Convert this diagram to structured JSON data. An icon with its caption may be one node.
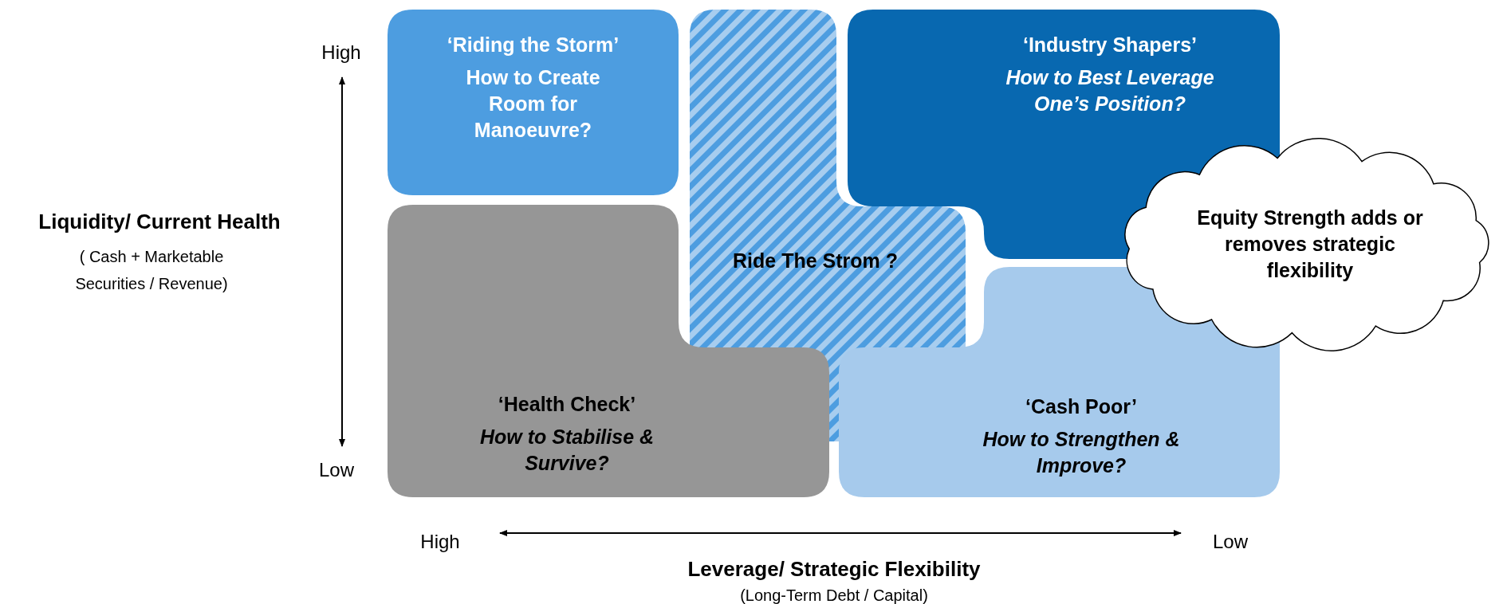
{
  "diagram": {
    "nodes": [
      {
        "text": [
          "‘Riding the Storm’",
          "How to Create Room for Manoeuvre?"
        ]
      },
      {
        "text": [
          "Ride The Strom ?"
        ]
      },
      {
        "text": [
          "‘Industry Shapers’",
          "How to Best Leverage One’s Position?"
        ]
      },
      {
        "text": [
          "Equity Strength adds or removes strategic flexibility"
        ]
      },
      {
        "text": [
          "‘Health Check’",
          "How to Stabilise & Survive?"
        ]
      },
      {
        "text": [
          "‘Cash Poor’",
          "How to Strengthen & Improve?"
        ]
      }
    ],
    "edges": [],
    "labels": [
      "High",
      "Liquidity/ Current Health",
      "( Cash + Marketable Securities / Revenue)",
      "Low",
      "High",
      "Low",
      "Leverage/ Strategic Flexibility",
      "(Long-Term Debt / Capital)"
    ]
  }
}
